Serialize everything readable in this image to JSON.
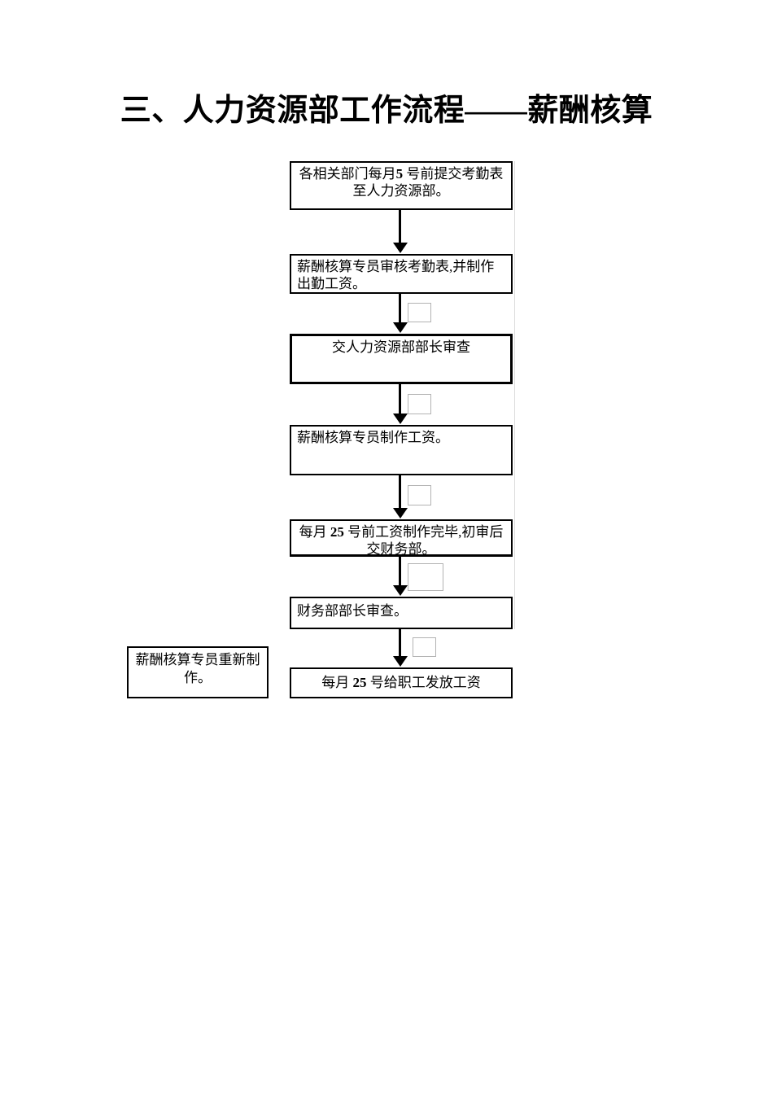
{
  "document": {
    "title": "三、人力资源部工作流程——薪酬核算"
  },
  "flowchart": {
    "boxes": [
      {
        "name": "submit-attendance",
        "pre": "各相关部门每月",
        "bold": "5",
        "post": " 号前提交考勤表至人力资源部。"
      },
      {
        "name": "audit-attendance",
        "pre": "薪酬核算专员审核考勤表,并制作出勤工资。",
        "bold": "",
        "post": ""
      },
      {
        "name": "hr-director-review",
        "pre": "交人力资源部部长审查",
        "bold": "",
        "post": ""
      },
      {
        "name": "make-payroll",
        "pre": "薪酬核算专员制作工资。",
        "bold": "",
        "post": ""
      },
      {
        "name": "payroll-deadline",
        "pre": "每月 ",
        "bold": "25",
        "post": " 号前工资制作完毕,初审后交财务部。"
      },
      {
        "name": "finance-director-review",
        "pre": "财务部部长审查。",
        "bold": "",
        "post": ""
      },
      {
        "name": "pay-employees",
        "pre": "每月 ",
        "bold": "25",
        "post": " 号给职工发放工资"
      }
    ],
    "side_box": {
      "text": "薪酬核算专员重新制作。"
    }
  }
}
